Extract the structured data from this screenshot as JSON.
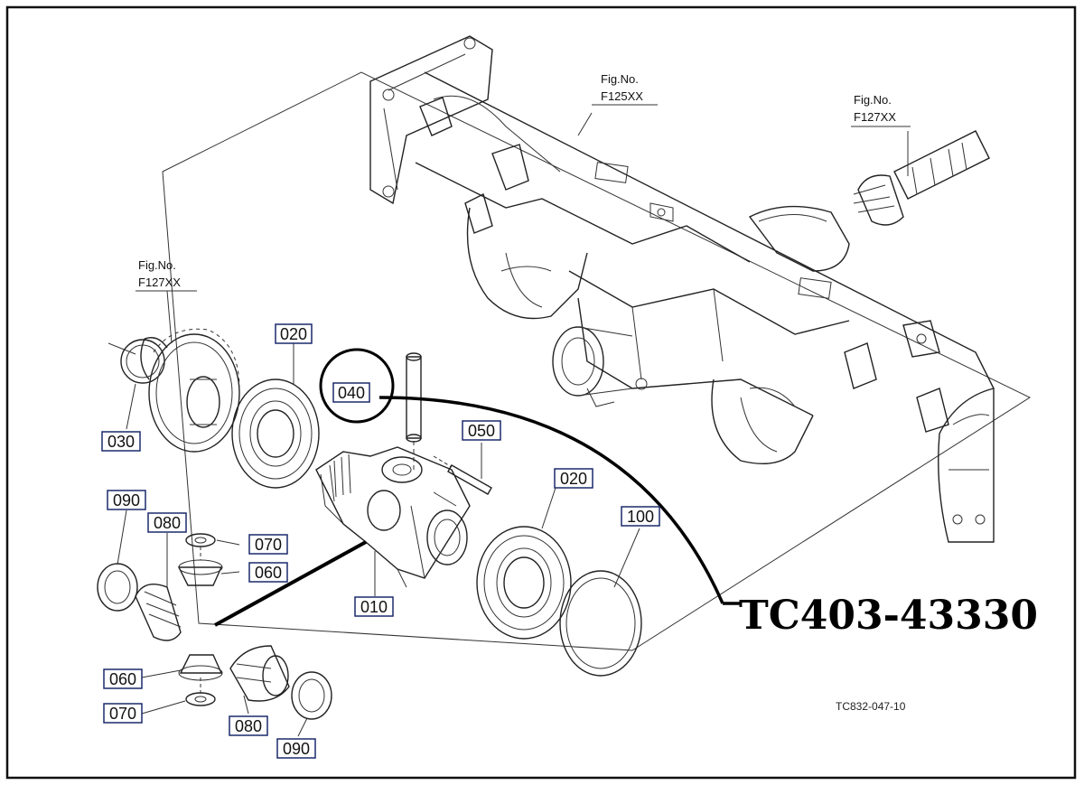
{
  "part_number": "TC403-43330",
  "drawing_code": "TC832-047-10",
  "figure_refs": [
    {
      "line1": "Fig.No.",
      "line2": "F125XX"
    },
    {
      "line1": "Fig.No.",
      "line2": "F127XX"
    },
    {
      "line1": "Fig.No.",
      "line2": "F127XX"
    }
  ],
  "callouts": {
    "c020a": "020",
    "c040": "040",
    "c030": "030",
    "c050": "050",
    "c020b": "020",
    "c100": "100",
    "c090a": "090",
    "c080a": "080",
    "c070a": "070",
    "c060a": "060",
    "c010": "010",
    "c060b": "060",
    "c070b": "070",
    "c080b": "080",
    "c090b": "090"
  },
  "colors": {
    "callout_border": "#1a2a6c",
    "linework": "#222222",
    "highlight_circle": "#000000"
  }
}
